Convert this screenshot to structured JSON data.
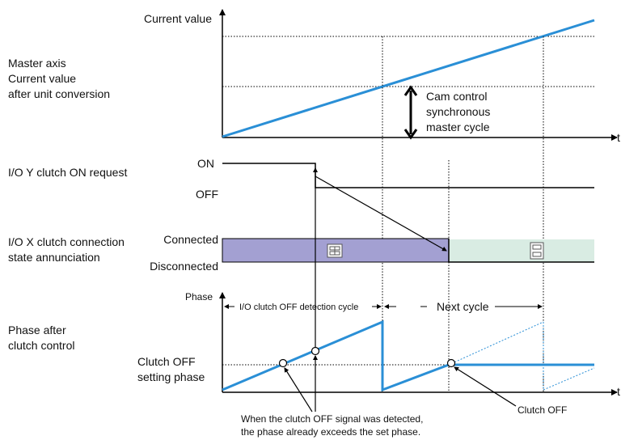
{
  "colors": {
    "accent": "#2a8fd6",
    "connected_fill": "#a3a0d2",
    "disconnected_fill": "#d9ece3",
    "line": "#000000"
  },
  "labels": {
    "current_value": "Current value",
    "master_axis_1": "Master axis",
    "master_axis_2": "Current value",
    "master_axis_3": "after unit conversion",
    "cam_1": "Cam control",
    "cam_2": "synchronous",
    "cam_3": "master cycle",
    "t": "t",
    "io_y": "I/O Y clutch ON request",
    "on": "ON",
    "off": "OFF",
    "io_x_1": "I/O X clutch connection",
    "io_x_2": "state annunciation",
    "connected": "Connected",
    "disconnected": "Disconnected",
    "phase": "Phase",
    "off_detect": "I/O clutch OFF detection cycle",
    "next_cycle": "Next cycle",
    "phase_after_1": "Phase after",
    "phase_after_2": "clutch control",
    "clutch_off_setting_1": "Clutch OFF",
    "clutch_off_setting_2": "setting phase",
    "clutch_off": "Clutch OFF",
    "note_1": "When the clutch OFF signal was detected,",
    "note_2": "the phase already exceeds the set phase."
  },
  "icons": [
    "clutch-connected-icon",
    "clutch-disconnected-icon"
  ]
}
